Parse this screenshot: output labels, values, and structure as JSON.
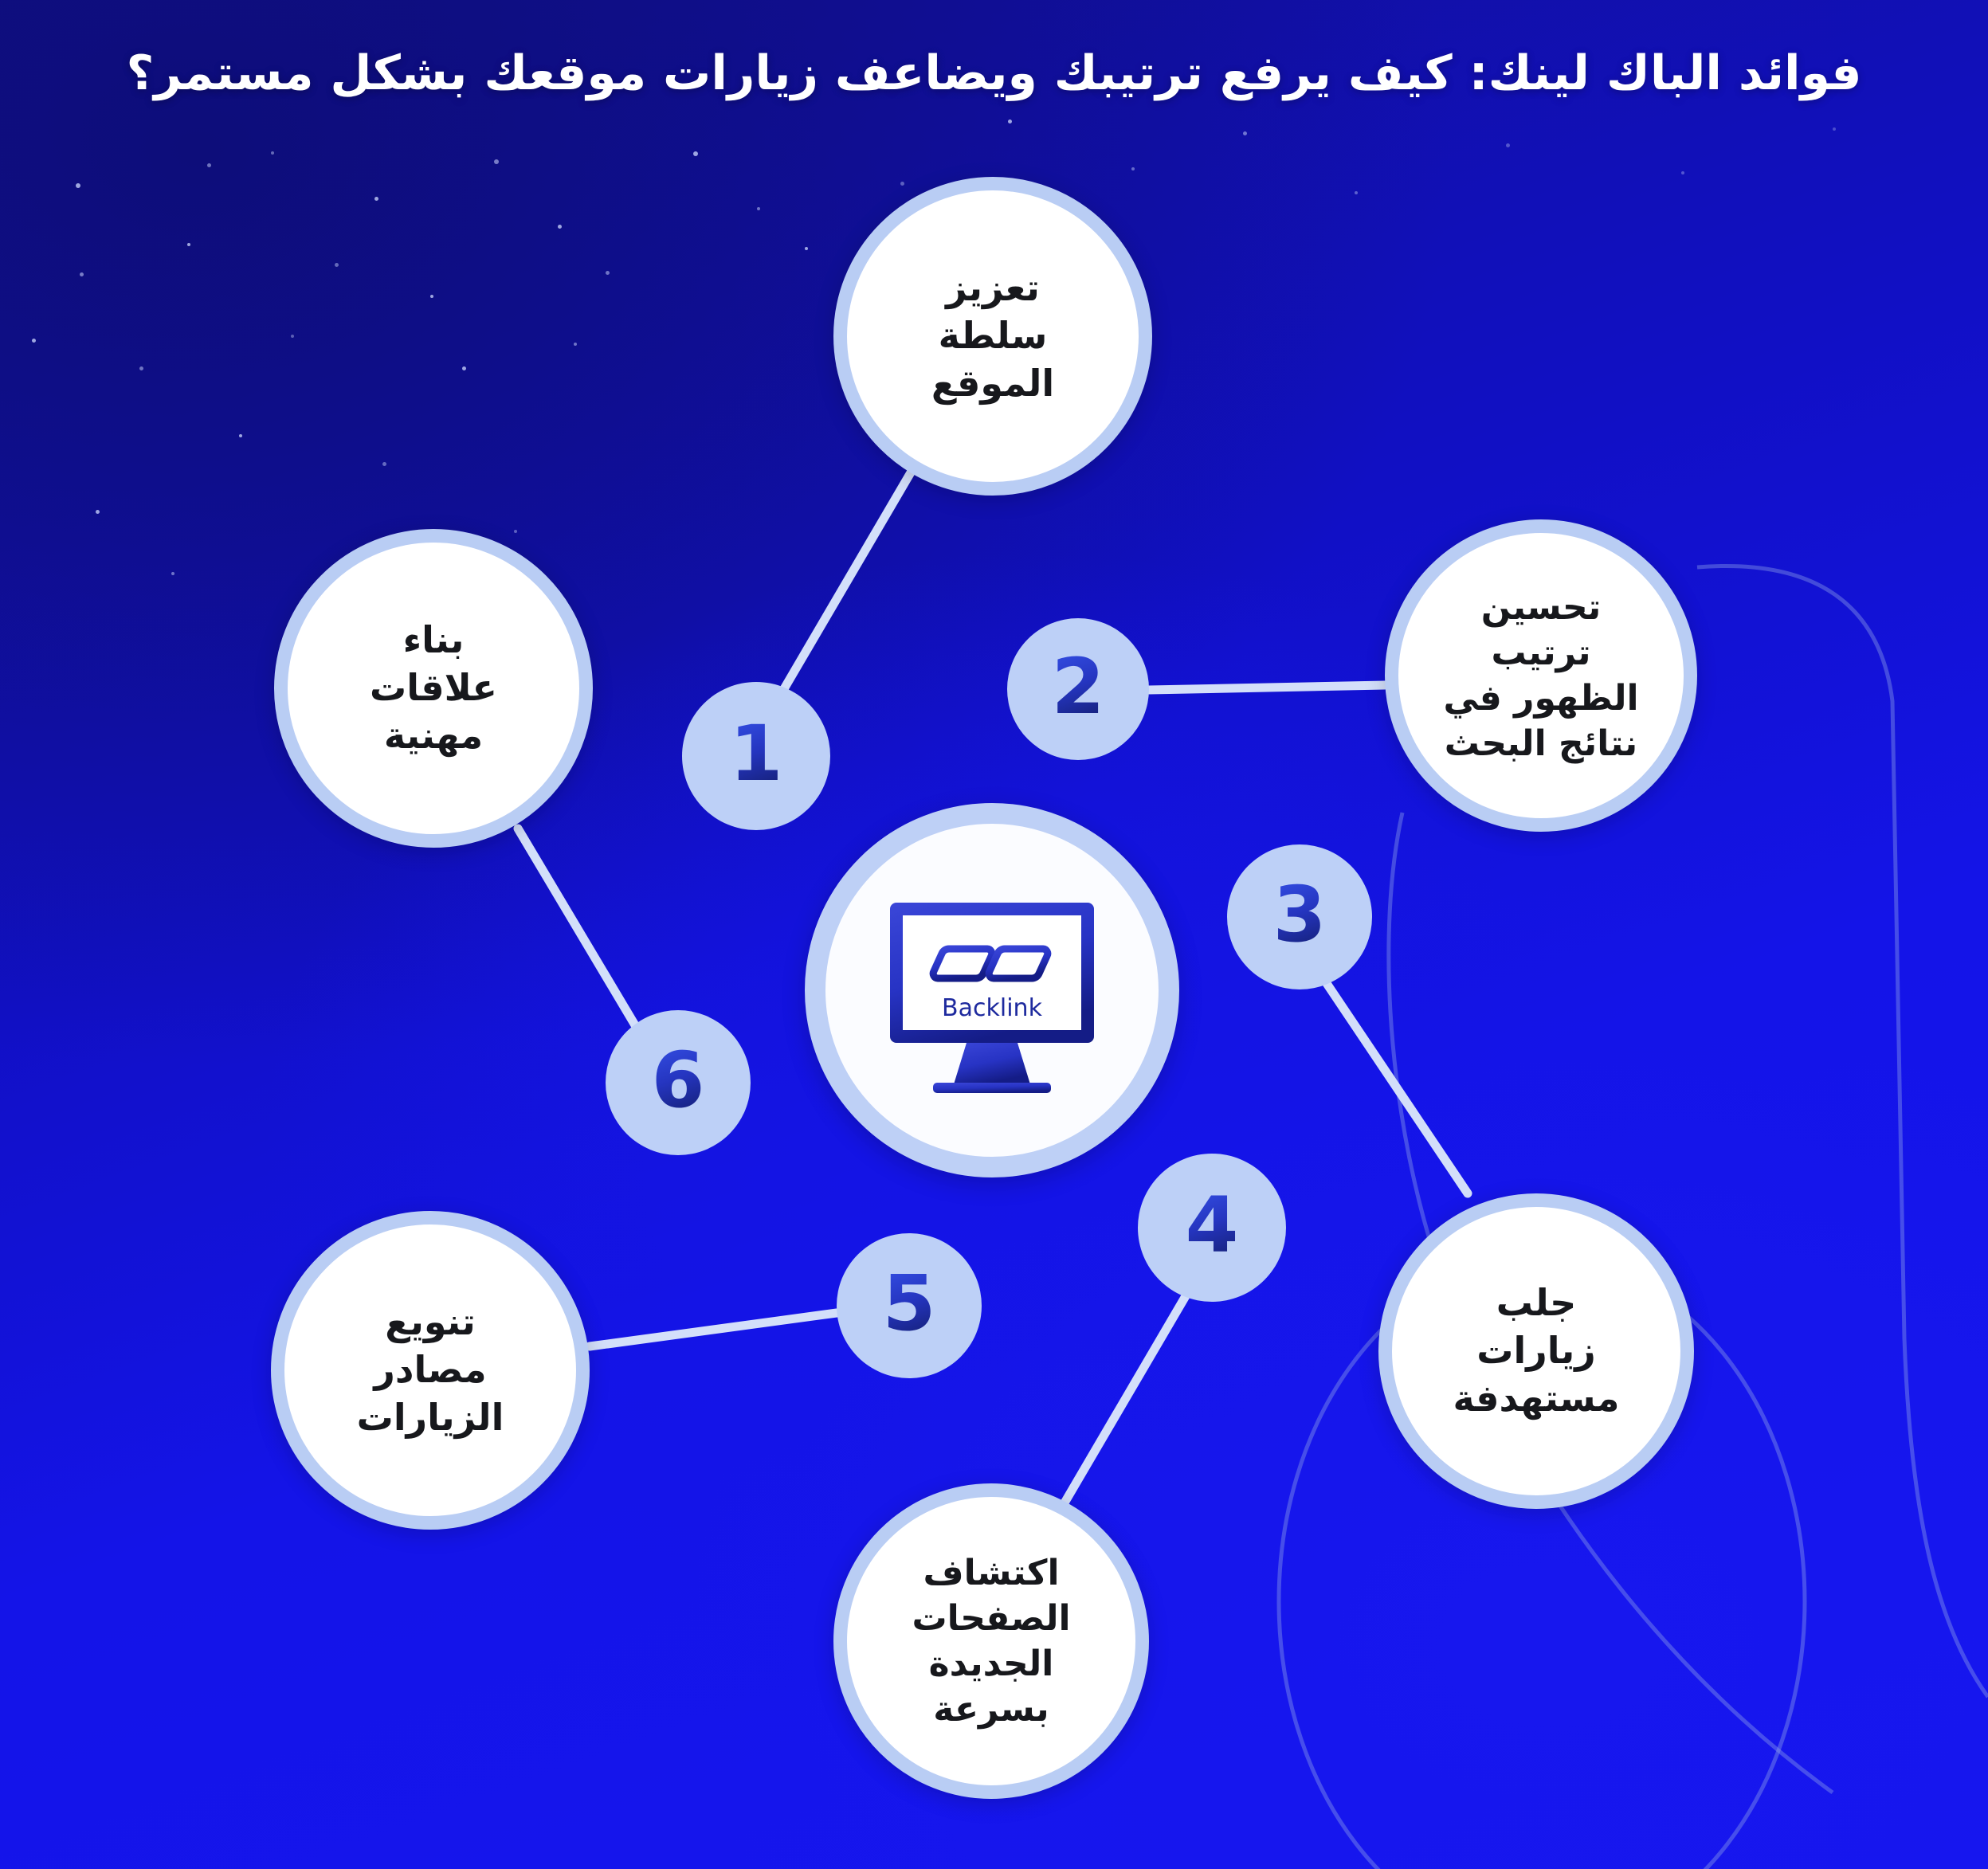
{
  "page": {
    "title": "فوائد الباك لينك: كيف يرفع ترتيبك ويضاعف زيارات موقعك بشكل مستمر؟",
    "direction": "rtl",
    "language": "ar"
  },
  "colors": {
    "background_dark": "#120f8e",
    "background_bright": "#1616f0",
    "node_fill": "#ffffff",
    "node_ring": "#b9cdf4",
    "badge_fill": "#bdd0f7",
    "badge_number": "#1b2fb5",
    "connector": "#cfdcf7",
    "title_text": "#ffffff",
    "node_text": "#17181c",
    "monitor_blue": "#2733c4"
  },
  "hub": {
    "icon_name": "monitor-backlink-icon",
    "screen_label": "Backlink",
    "chain_icon_name": "chain-link-icon"
  },
  "nodes": [
    {
      "number": "1",
      "lines": [
        "تعزيز",
        "سلطة",
        "الموقع"
      ],
      "name": "node-boost-site-authority"
    },
    {
      "number": "2",
      "lines": [
        "تحسين",
        "ترتيب",
        "الظهور في",
        "نتائج البحث"
      ],
      "name": "node-improve-search-ranking"
    },
    {
      "number": "3",
      "lines": [
        "جلب",
        "زيارات",
        "مستهدفة"
      ],
      "name": "node-targeted-traffic"
    },
    {
      "number": "4",
      "lines": [
        "اكتشاف",
        "الصفحات",
        "الجديدة",
        "بسرعة"
      ],
      "name": "node-fast-page-discovery"
    },
    {
      "number": "5",
      "lines": [
        "تنويع",
        "مصادر",
        "الزيارات"
      ],
      "name": "node-diversify-traffic-sources"
    },
    {
      "number": "6",
      "lines": [
        "بناء",
        "علاقات",
        "مهنية"
      ],
      "name": "node-build-professional-relations"
    }
  ]
}
